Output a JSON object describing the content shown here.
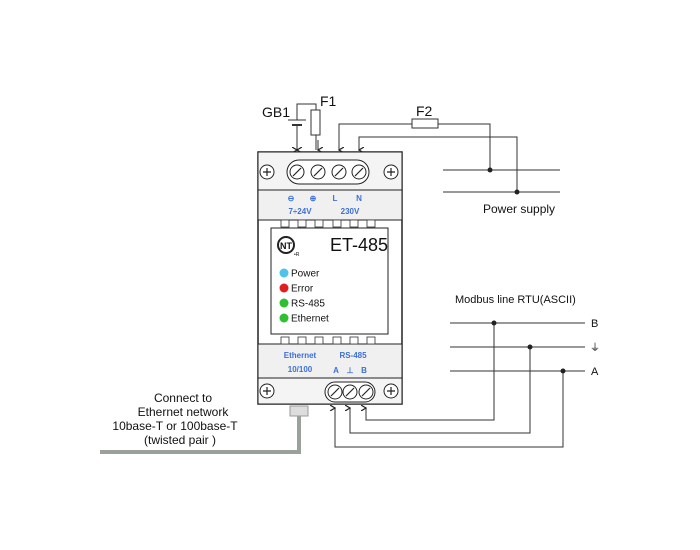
{
  "labels": {
    "gb1": "GB1",
    "f1": "F1",
    "f2": "F2",
    "power_supply": "Power supply",
    "modbus_line": "Modbus line RTU(ASCII)",
    "line_b": "B",
    "line_ground": "⏚",
    "line_a": "A",
    "connect": [
      "Connect to",
      "Ethernet network",
      "10base-T or 100base-T",
      "(twisted pair )"
    ]
  },
  "device": {
    "model": "ET-485",
    "logo": "NT",
    "logo_mark": "•R",
    "top_terminals": [
      "⊖",
      "⊕",
      "L",
      "N"
    ],
    "top_voltage_dc": "7÷24V",
    "top_voltage_ac": "230V",
    "leds": [
      {
        "label": "Power",
        "color": "#4fc3e8"
      },
      {
        "label": "Error",
        "color": "#e02020"
      },
      {
        "label": "RS-485",
        "color": "#2ec02e"
      },
      {
        "label": "Ethernet",
        "color": "#2ec02e"
      }
    ],
    "bottom_ethernet": "Ethernet",
    "bottom_ethernet_speed": "10/100",
    "bottom_rs485": "RS-485",
    "bottom_terminals": [
      "A",
      "⊥",
      "B"
    ]
  },
  "colors": {
    "label_blue": "#3d6fd6",
    "cable_gray": "#9aa19a"
  }
}
